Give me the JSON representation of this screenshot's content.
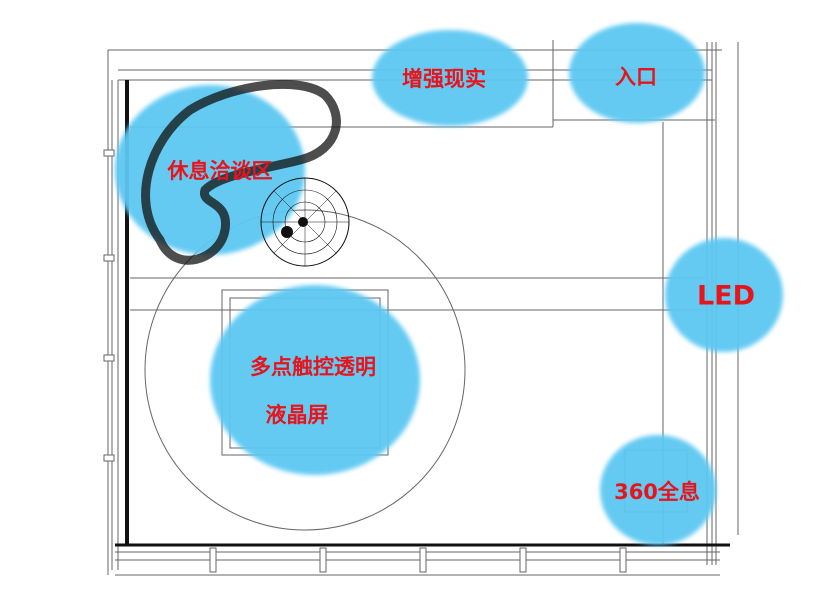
{
  "colors": {
    "zone": "#5cc8f2",
    "label": "#e8141c",
    "line": "#555555"
  },
  "zones": {
    "ar": {
      "label": "增强现实"
    },
    "entrance": {
      "label": "入口"
    },
    "lounge": {
      "label": "休息洽谈区"
    },
    "led": {
      "label": "LED"
    },
    "touch": {
      "label_line1": "多点触控透明",
      "label_line2": "液晶屏"
    },
    "holo": {
      "label": "360全息"
    }
  }
}
